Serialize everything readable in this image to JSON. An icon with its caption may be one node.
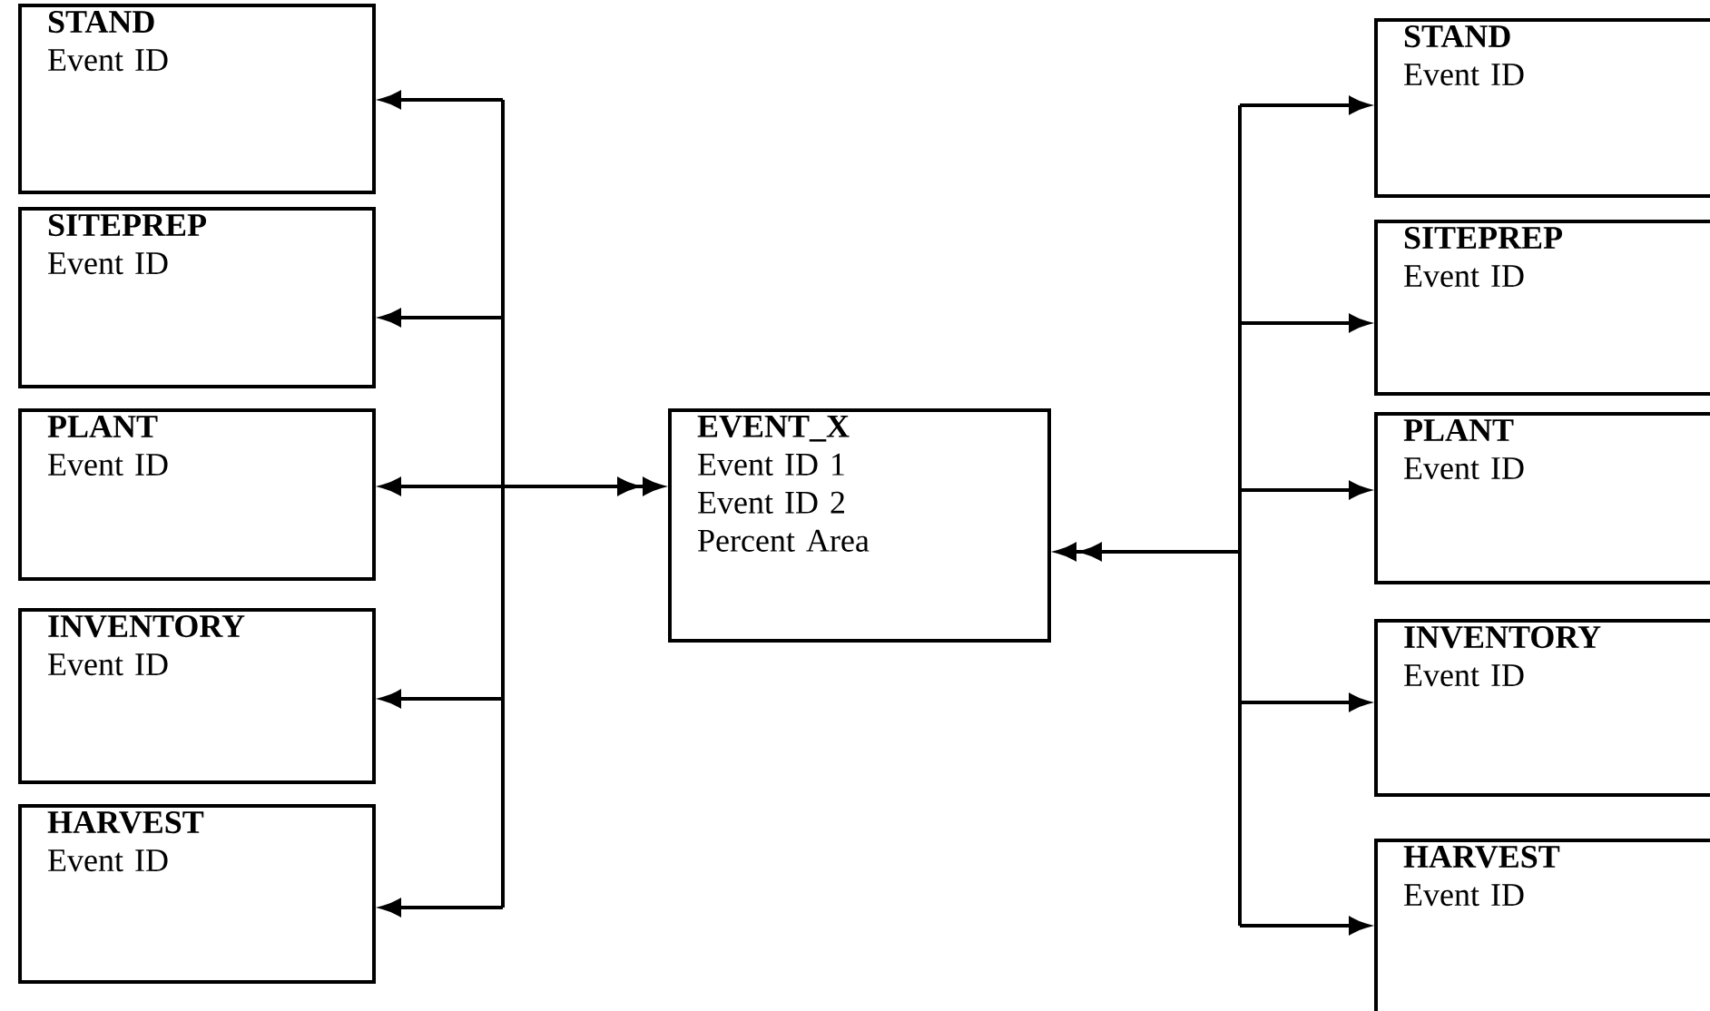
{
  "diagram": {
    "nodes": [
      {
        "text": [
          "STAND",
          "Event ID"
        ]
      },
      {
        "text": [
          "SITEPREP",
          "Event ID"
        ]
      },
      {
        "text": [
          "PLANT",
          "Event ID"
        ]
      },
      {
        "text": [
          "INVENTORY",
          "Event ID"
        ]
      },
      {
        "text": [
          "HARVEST",
          "Event ID"
        ]
      },
      {
        "text": [
          "EVENT_X",
          "Event ID 1",
          "Event ID 2",
          "Percent Area"
        ]
      },
      {
        "text": [
          "STAND",
          "Event ID"
        ]
      },
      {
        "text": [
          "SITEPREP",
          "Event ID"
        ]
      },
      {
        "text": [
          "PLANT",
          "Event ID"
        ]
      },
      {
        "text": [
          "INVENTORY",
          "Event ID"
        ]
      },
      {
        "text": [
          "HARVEST",
          "Event ID"
        ]
      }
    ],
    "edges": [
      {
        "from": 0,
        "to": 5,
        "arrow": "both"
      },
      {
        "from": 1,
        "to": 5,
        "arrow": "both"
      },
      {
        "from": 2,
        "to": 5,
        "arrow": "both"
      },
      {
        "from": 3,
        "to": 5,
        "arrow": "both"
      },
      {
        "from": 4,
        "to": 5,
        "arrow": "both"
      },
      {
        "from": 6,
        "to": 5,
        "arrow": "both"
      },
      {
        "from": 7,
        "to": 5,
        "arrow": "both"
      },
      {
        "from": 8,
        "to": 5,
        "arrow": "both"
      },
      {
        "from": 9,
        "to": 5,
        "arrow": "both"
      },
      {
        "from": 10,
        "to": 5,
        "arrow": "both"
      }
    ]
  }
}
